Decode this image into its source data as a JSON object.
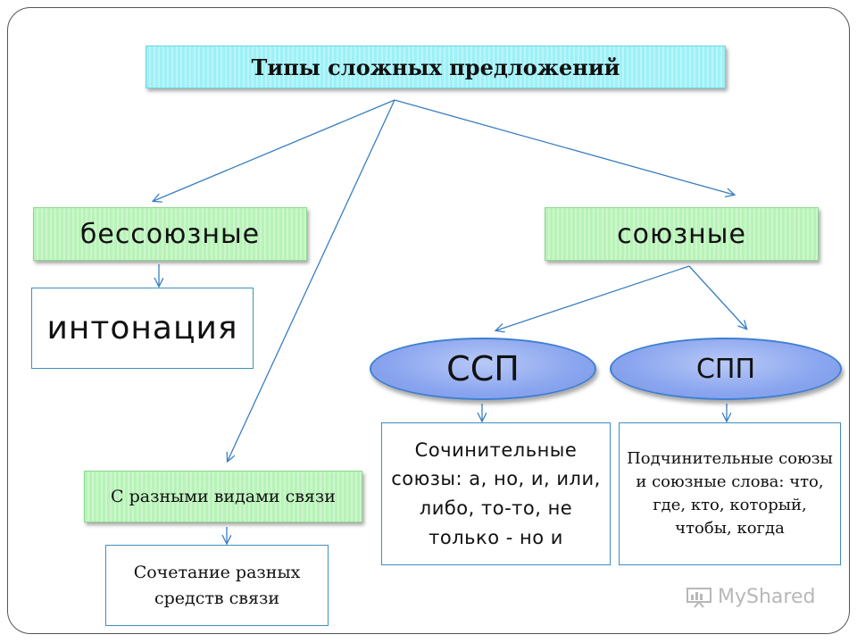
{
  "title": "Типы сложных предложений",
  "left_branch": {
    "label": "бессоюзные",
    "detail": "интонация"
  },
  "right_branch": {
    "label": "союзные",
    "ssp": {
      "label": "ССП",
      "detail": "Сочинительные союзы: а, но, и, или, либо, то-то, не только - но и"
    },
    "spp": {
      "label": "СПП",
      "detail": "Подчинительные союзы и союзные слова: что, где, кто, который, чтобы, когда"
    }
  },
  "middle_branch": {
    "label": "С разными видами связи",
    "detail": "Сочетание разных средств связи"
  },
  "watermark": "MyShared",
  "colors": {
    "title_fill": "#9ef0f6",
    "category_fill": "#b8f2b8",
    "ellipse_fill": "#8aa5ef",
    "arrow": "#3a7fc0",
    "outline": "#3f8fbf"
  }
}
